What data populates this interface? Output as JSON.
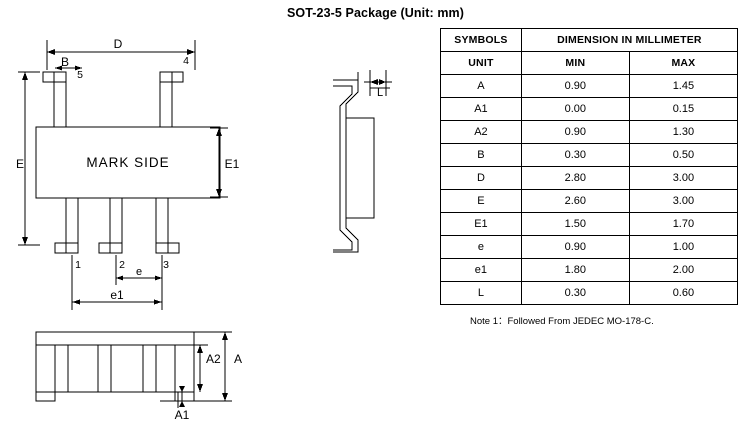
{
  "title": "SOT-23-5 Package (Unit: mm)",
  "table": {
    "header": {
      "symbols": "SYMBOLS",
      "unit": "UNIT",
      "dimension": "DIMENSION IN MILLIMETER",
      "min": "MIN",
      "max": "MAX"
    },
    "rows": [
      {
        "symbol": "A",
        "min": "0.90",
        "max": "1.45"
      },
      {
        "symbol": "A1",
        "min": "0.00",
        "max": "0.15"
      },
      {
        "symbol": "A2",
        "min": "0.90",
        "max": "1.30"
      },
      {
        "symbol": "B",
        "min": "0.30",
        "max": "0.50"
      },
      {
        "symbol": "D",
        "min": "2.80",
        "max": "3.00"
      },
      {
        "symbol": "E",
        "min": "2.60",
        "max": "3.00"
      },
      {
        "symbol": "E1",
        "min": "1.50",
        "max": "1.70"
      },
      {
        "symbol": "e",
        "min": "0.90",
        "max": "1.00"
      },
      {
        "symbol": "e1",
        "min": "1.80",
        "max": "2.00"
      },
      {
        "symbol": "L",
        "min": "0.30",
        "max": "0.60"
      }
    ]
  },
  "note": "Note 1：Followed From JEDEC MO-178-C.",
  "drawing": {
    "mark_side": "MARK SIDE",
    "labels": {
      "D": "D",
      "E": "E",
      "E1": "E1",
      "B": "B",
      "e": "e",
      "e1": "e1",
      "A": "A",
      "A1": "A1",
      "A2": "A2",
      "L": "L"
    },
    "pins": {
      "p1": "1",
      "p2": "2",
      "p3": "3",
      "p4": "4",
      "p5": "5"
    }
  }
}
